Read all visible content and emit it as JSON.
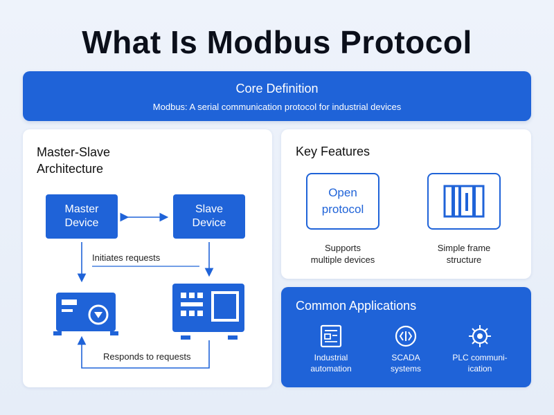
{
  "title": "What Is Modbus Protocol",
  "core": {
    "heading": "Core Definition",
    "text": "Modbus: A serial communication protocol for industrial devices"
  },
  "architecture": {
    "title_line1": "Master-Slave",
    "title_line2": "Architecture",
    "master_line1": "Master",
    "master_line2": "Device",
    "slave_line1": "Slave",
    "slave_line2": "Device",
    "request_label": "Initiates requests",
    "response_label": "Responds to requests"
  },
  "features": {
    "title": "Key Features",
    "items": [
      {
        "box_line1": "Open",
        "box_line2": "protocol",
        "caption_line1": "Supports",
        "caption_line2": "multiple devices"
      },
      {
        "icon": "frame-structure-icon",
        "caption_line1": "Simple frame",
        "caption_line2": "structure"
      }
    ]
  },
  "applications": {
    "title": "Common Applications",
    "items": [
      {
        "icon": "industrial-panel-icon",
        "line1": "Industrial",
        "line2": "automation"
      },
      {
        "icon": "scada-monitor-icon",
        "line1": "SCADA",
        "line2": "systems"
      },
      {
        "icon": "plc-chip-icon",
        "line1": "PLC communi-",
        "line2": "ication"
      }
    ]
  },
  "colors": {
    "accent": "#1f63d8",
    "background": "#eef3fb",
    "card": "#ffffff"
  }
}
